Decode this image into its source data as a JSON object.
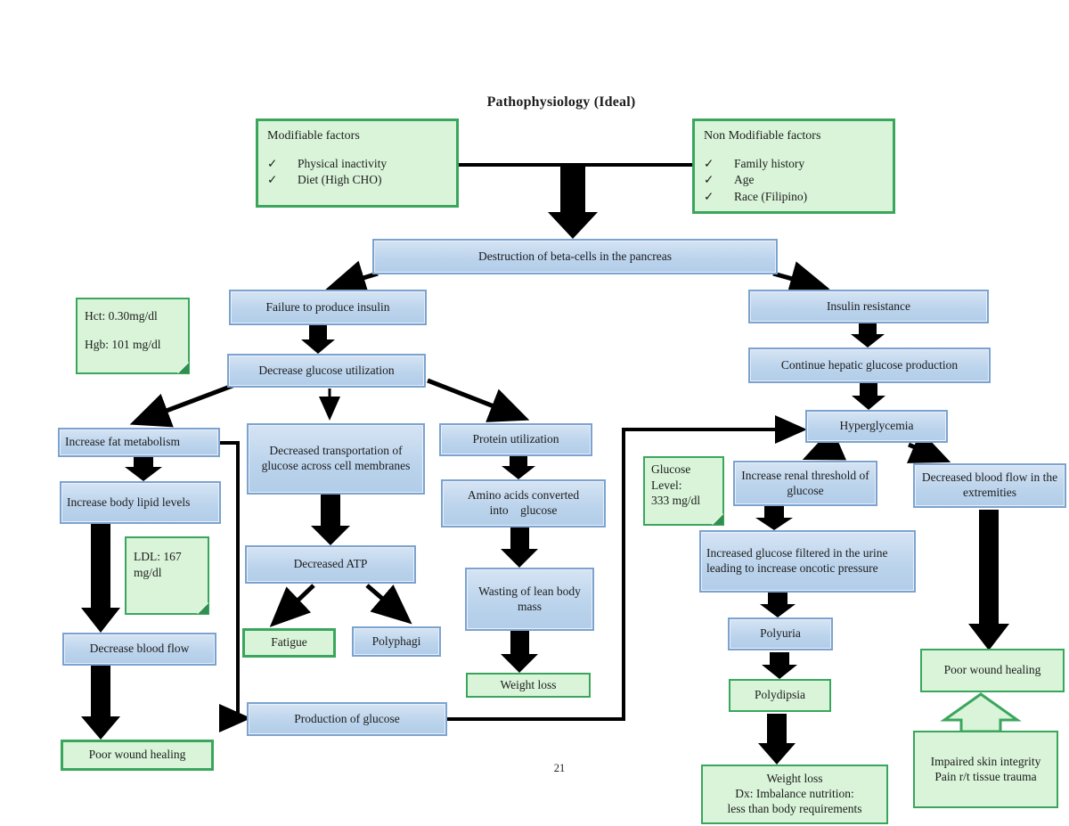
{
  "title": "Pathophysiology (Ideal)",
  "page_number": "21",
  "icons": {
    "check": "✓"
  },
  "colors": {
    "blue_fill": "#bcd4ec",
    "blue_border": "#7ca3cf",
    "green_fill": "#d9f4d9",
    "green_border": "#3aa65c",
    "arrow": "#000000"
  },
  "factors": {
    "modifiable": {
      "title": "Modifiable factors",
      "items": [
        "Physical inactivity",
        "Diet (High CHO)"
      ]
    },
    "non_modifiable": {
      "title": "Non Modifiable factors",
      "items": [
        "Family history",
        "Age",
        "Race (Filipino)"
      ]
    }
  },
  "nodes": {
    "destruction": "Destruction of beta-cells in the pancreas",
    "failure_insulin": "Failure to produce insulin",
    "decrease_glucose_utilization": "Decrease glucose utilization",
    "increase_fat_metabolism": "Increase fat metabolism",
    "increase_body_lipid": "Increase body lipid levels",
    "decrease_blood_flow": "Decrease blood flow",
    "poor_wound_healing_left": "Poor wound healing",
    "decreased_transportation": "Decreased transportation of glucose across cell membranes",
    "decreased_atp": "Decreased ATP",
    "fatigue": "Fatigue",
    "polyphagi": "Polyphagi",
    "production_glucose": "Production of glucose",
    "protein_utilization": "Protein utilization",
    "amino_acids": [
      "Amino acids converted",
      "into    glucose"
    ],
    "wasting_lean": "Wasting of lean body mass",
    "weight_loss": "Weight loss",
    "insulin_resistance": "Insulin resistance",
    "continue_hepatic": "Continue hepatic glucose production",
    "hyperglycemia": "Hyperglycemia",
    "increase_renal": "Increase renal threshold of glucose",
    "increased_glucose_filtered": "Increased glucose filtered in the urine leading to increase oncotic pressure",
    "polyuria": "Polyuria",
    "polydipsia": "Polydipsia",
    "weight_loss_dx": [
      "Weight loss",
      "Dx: Imbalance nutrition:",
      "less than body requirements"
    ],
    "decreased_blood_flow_extremities": "Decreased blood flow in the extremities",
    "poor_wound_healing_right": "Poor wound healing",
    "impaired_skin": "Impaired skin integrity Pain r/t tissue trauma"
  },
  "sticky_notes": {
    "hct_hgb": {
      "line1": "Hct:  0.30mg/dl",
      "line2": "Hgb:  101 mg/dl"
    },
    "ldl": {
      "line1": "LDL:  167",
      "line2": "mg/dl"
    },
    "glucose": {
      "line1": "Glucose",
      "line2": "Level:",
      "line3": "333 mg/dl"
    }
  }
}
